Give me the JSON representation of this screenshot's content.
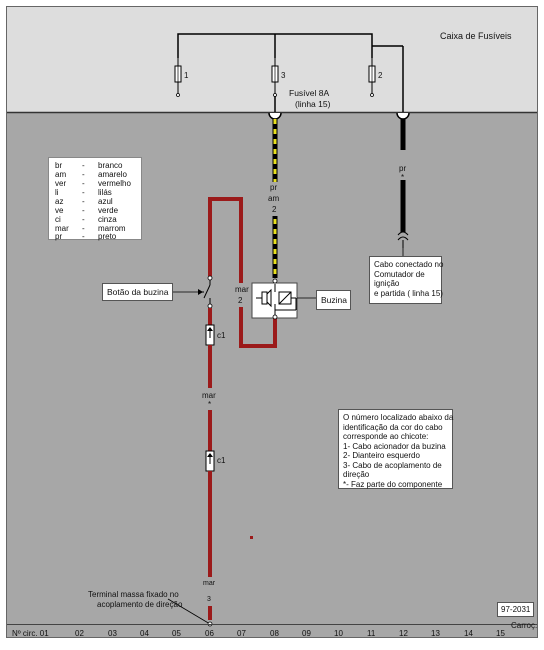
{
  "header": {
    "title": "Caixa de Fusíveis"
  },
  "fuses": [
    {
      "number": "1"
    },
    {
      "number": "3"
    },
    {
      "number": "2"
    }
  ],
  "fuse_label": {
    "line1": "Fusível 8A",
    "line2": "(linha 15)"
  },
  "legend": [
    {
      "code": "br",
      "dash": "-",
      "color": "branco"
    },
    {
      "code": "am",
      "dash": "-",
      "color": "amarelo"
    },
    {
      "code": "ver",
      "dash": "-",
      "color": "vermelho"
    },
    {
      "code": "li",
      "dash": "-",
      "color": "lilás"
    },
    {
      "code": "az",
      "dash": "-",
      "color": "azul"
    },
    {
      "code": "ve",
      "dash": "-",
      "color": "verde"
    },
    {
      "code": "ci",
      "dash": "-",
      "color": "cinza"
    },
    {
      "code": "mar",
      "dash": "-",
      "color": "marrom"
    },
    {
      "code": "pr",
      "dash": "-",
      "color": "preto"
    }
  ],
  "wires": {
    "pr_am": {
      "color1": "pr",
      "color2": "am",
      "num": "2"
    },
    "pr": {
      "color": "pr",
      "mark": "*"
    },
    "mar_loop": {
      "color": "mar",
      "num": "2"
    },
    "mar_mid": {
      "color": "mar",
      "mark": "*"
    },
    "mar_bottom": {
      "color": "mar",
      "num": "3"
    }
  },
  "connectors": [
    {
      "label": "c1"
    },
    {
      "label": "c1"
    }
  ],
  "labels": {
    "horn_button": "Botão da buzina",
    "horn": "Buzina",
    "cable_note": [
      "Cabo conectado no",
      "Comutador de",
      "ignição",
      "e partida ( linha 15)"
    ],
    "ground": [
      "Terminal massa fixado no",
      "acoplamento de direção"
    ]
  },
  "note": [
    "O número localizado abaixo da",
    "identificação da cor do cabo",
    "corresponde ao chicote:",
    "1- Cabo acionador da buzina",
    "2- Dianteiro esquerdo",
    "3- Cabo de acoplamento de",
    "direção",
    "*- Faz parte do componente"
  ],
  "diagram_id": "97-2031",
  "footer": {
    "prefix": "Nº circ. 01",
    "circuits": [
      "02",
      "03",
      "04",
      "05",
      "06",
      "07",
      "08",
      "09",
      "10",
      "11",
      "12",
      "13",
      "14",
      "15"
    ],
    "right": "Carroç."
  },
  "colors": {
    "panel_gray": "#a7a7a7",
    "fuse_box_gray": "#dddddd",
    "brown_wire": "#9b1a1a",
    "yellow_stripe": "#e8e020",
    "black_wire": "#000000"
  }
}
